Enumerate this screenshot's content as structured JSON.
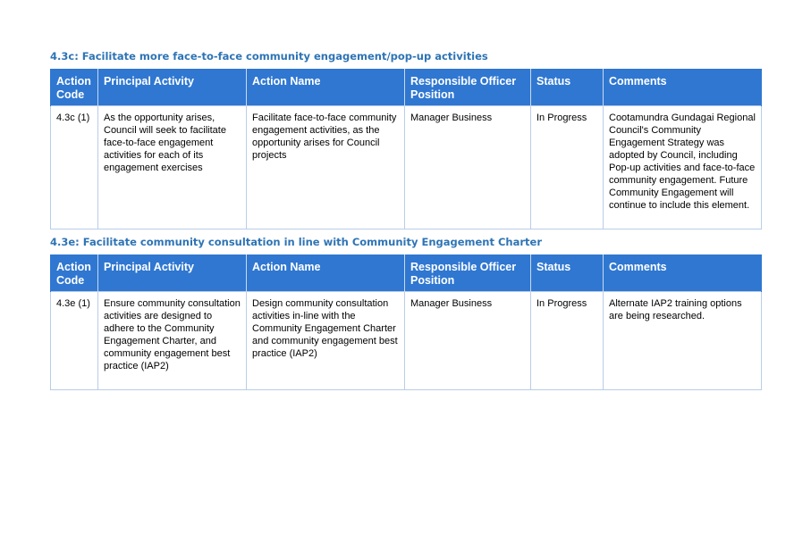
{
  "headers": {
    "action_code": "Action Code",
    "principal_activity": "Principal Activity",
    "action_name": "Action Name",
    "responsible_officer": "Responsible Officer Position",
    "status": "Status",
    "comments": "Comments"
  },
  "sections": [
    {
      "heading": "4.3c: Facilitate more face-to-face community engagement/pop-up activities",
      "row": {
        "action_code": "4.3c (1)",
        "principal_activity": "As the opportunity arises, Council will seek to facilitate face-to-face engagement activities for each of its engagement exercises",
        "action_name": "Facilitate face-to-face community engagement activities, as the opportunity arises for Council projects",
        "responsible_officer": "Manager Business",
        "status": "In Progress",
        "comments": "Cootamundra Gundagai Regional Council's Community Engagement Strategy was adopted by Council, including Pop-up activities and face-to-face community engagement. Future Community Engagement will continue to include this element."
      }
    },
    {
      "heading": "4.3e: Facilitate community consultation in line with Community Engagement Charter",
      "row": {
        "action_code": "4.3e (1)",
        "principal_activity": "Ensure community consultation activities are designed to adhere to the Community Engagement Charter, and community engagement best practice (IAP2)",
        "action_name": "Design community consultation activities in-line with the Community Engagement Charter and community engagement best practice (IAP2)",
        "responsible_officer": "Manager Business",
        "status": "In Progress",
        "comments": "Alternate IAP2 training options are being researched."
      }
    }
  ],
  "colors": {
    "heading_text": "#2e74b5",
    "header_fill": "#2f77d1",
    "header_text": "#ffffff",
    "cell_border": "#b9cde8"
  }
}
